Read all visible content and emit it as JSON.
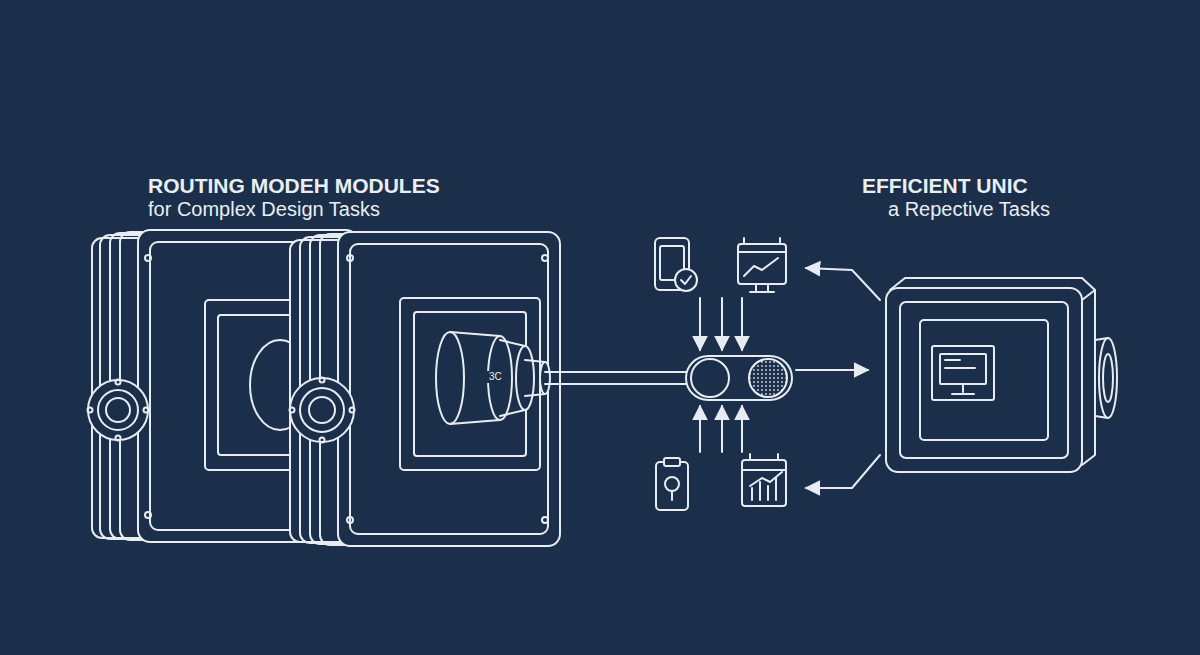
{
  "diagram": {
    "labels": [
      "ROUTING MODEH MODULES",
      "for Complex Design Tasks",
      "EFFICIENT UNIC",
      "a Repective Tasks",
      "3C"
    ]
  }
}
